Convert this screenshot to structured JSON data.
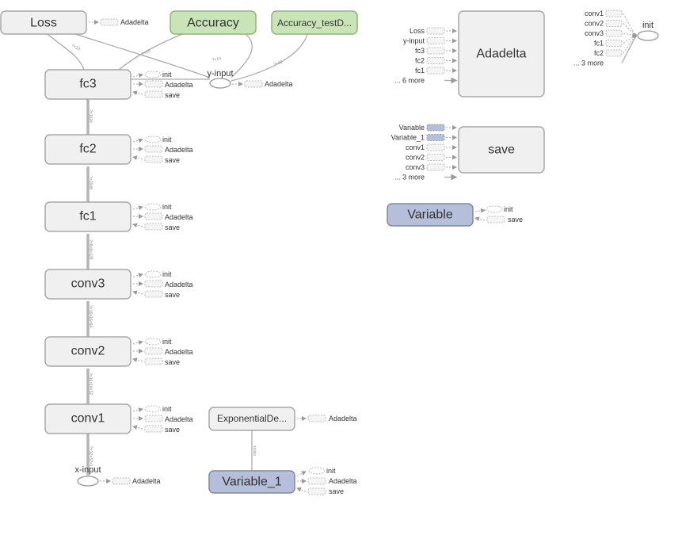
{
  "nodes": {
    "loss": "Loss",
    "accuracy": "Accuracy",
    "accuracy_test": "Accuracy_testD...",
    "fc3": "fc3",
    "fc2": "fc2",
    "fc1": "fc1",
    "conv3": "conv3",
    "conv2": "conv2",
    "conv1": "conv1",
    "exp_decay": "ExponentialDe...",
    "variable_1": "Variable_1",
    "adadelta": "Adadelta",
    "save": "save",
    "variable": "Variable",
    "init": "init",
    "y_input": "y-input",
    "x_input": "x-input"
  },
  "stub_labels": {
    "init": "init",
    "adadelta": "Adadelta",
    "save": "save"
  },
  "adadelta_inputs": [
    "Loss",
    "y-input",
    "fc3",
    "fc2",
    "fc1",
    "... 6 more"
  ],
  "save_inputs": [
    "Variable",
    "Variable_1",
    "conv1",
    "conv2",
    "conv3",
    "... 3 more"
  ],
  "init_inputs": [
    "conv1",
    "conv2",
    "conv3",
    "fc1",
    "fc2",
    "... 3 more"
  ],
  "edge_labels": {
    "fc3_fc2": "?×1024",
    "fc2_fc1": "?×2048",
    "fc1_conv3": "?×8×8×128",
    "conv3_conv2": "?×16×16×64",
    "conv2_conv1": "?×16×16×32",
    "conv1_x": "?×32×32×1",
    "exp_var": "scalar",
    "loss_fc3": "?×10",
    "acc_fc3": "?×10",
    "y_acc": "?×10",
    "y_acct": "?×10"
  }
}
